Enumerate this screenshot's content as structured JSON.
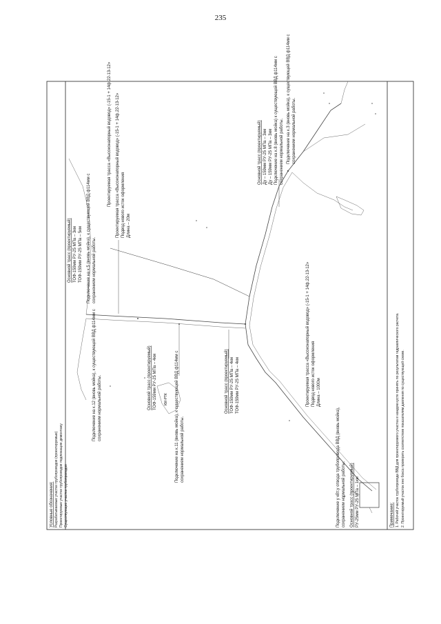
{
  "page": {
    "number": "235"
  },
  "legend": {
    "title": "Условные обозначения:",
    "lines": [
      "Разрабатываемые участки трубопроводов (проектируемые)",
      "Проектируемые участки трубопроводов подлежащие демонтажу",
      "Существующие участки трубопроводов"
    ]
  },
  "labels": {
    "note_main": "Проектируемая трасса «Высоконапорный водовод» (-15-1 + 14ф.22-13-12»",
    "header_block_1": "Основной трасс (проектируемый)",
    "header_block_1_l1": "ТОФ-159мм РУ-25 МПа – 3км",
    "header_block_1_l2": "ТОФ-159мм РУ-25 МПа – 5км",
    "exit_note_1": "Подключение на к.5 (вновь мойка), к существующей ВВД ф114мм с",
    "exit_note_1b": "сохранением нормальной работы.",
    "exit_note_2": "Подключение на к.12 (вновь мойка), к существующей ВВД ф114мм с",
    "exit_note_2b": "сохранением нормальной работы.",
    "project_block": "Проектируемая трасса «Высоконапорный водовод» (-15-1 + 14ф.22-13-12»",
    "project_sub_1": "Подвод нового исток оформления",
    "project_sub_2": "Длина – 20м",
    "right_header": "Основной трасс (проектируемый)",
    "right_l1": "Ду – 159мм РУ-25 МПа – 3км",
    "right_l2": "Ду – 159мм РУ-25 МПа – 3км",
    "right_l3": "Подключение на к.8 (вновь мойка) к существующей ВВД ф114мм с",
    "right_l4": "сохранением нормальной работы.",
    "right_l5": "Подключение на к.3 (вновь мойка), к существующей ВВД ф114мм с",
    "right_l6": "сохранением нормальной работы.",
    "mid_header": "Основной трасс (проектируемый)",
    "mid_l1": "ТОФ-159мм РУ-25 МПа – 4км",
    "mid_l2": "ТОФ-159мм РУ-25 МПа – 5км",
    "mid_note_1": "Подключение на к.11 (вновь мойка), к существующей ВВД ф114мм с",
    "mid_note_2": "сохранением нормальной работы.",
    "center_header": "Основной трасс (проектируемый)",
    "center_l1": "ТОФ-159мм РУ-25 МПа – 4км",
    "center_l2": "ТОФ-159мм РУ-25 МПа – 4км",
    "pipe_label_center": "Проектируемая трасса «Высоконапорный водовод» (-15-1 + 14ф.22-13-12»",
    "pipe_label_center_2": "Подвод нового исток оформления",
    "pipe_label_center_3": "Длина – 1000м",
    "bottom_note_1": "Подключение у кВт.у отвода трубопровода ВВД (вновь мойка),",
    "bottom_note_2": "сохранением нормальной работы.",
    "bottom_block_header": "Основной трасс (проектируемый)",
    "bottom_block_l1": "РУ-25мм РУ-25 МПа – 1км",
    "footer_header": "Примечание:",
    "footer_l1": "1. Рабочий участок трубопровода ВВД для проектируемого участка в каждом кусте принять по результатам гидравлического расчета.",
    "footer_l2": "2. Проектируемый участок вне бокса проверить соответствие показателям давления по существующей схеме.",
    "km_label": "КМ-РТК"
  }
}
